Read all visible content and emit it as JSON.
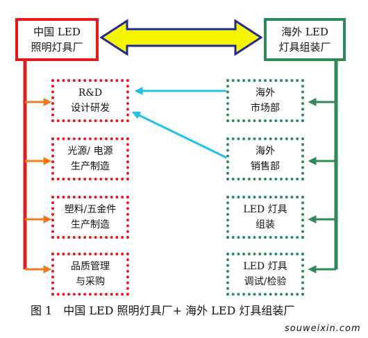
{
  "china": {
    "title_line1": "中国 LED",
    "title_line2": "照明灯具厂",
    "color": "#e41c1c",
    "depts": [
      {
        "line1": "R&D",
        "line2": "设计研发"
      },
      {
        "line1": "光源/ 电源",
        "line2": "生产制造"
      },
      {
        "line1": "塑料/五金件",
        "line2": "生产制造"
      },
      {
        "line1": "品质管理",
        "line2": "与采购"
      }
    ]
  },
  "overseas": {
    "title_line1": "海外 LED",
    "title_line2": "灯具组装厂",
    "color": "#2e8b57",
    "depts": [
      {
        "line1": "海外",
        "line2": "市场部"
      },
      {
        "line1": "海外",
        "line2": "销售部"
      },
      {
        "line1": "LED 灯具",
        "line2": "组装"
      },
      {
        "line1": "LED 灯具",
        "line2": "调试/检验"
      }
    ]
  },
  "colors": {
    "double_arrow_fill": "#f5f500",
    "double_arrow_stroke": "#1e2a9c",
    "feedback_arrow": "#1ec0ee",
    "china_branch_arrow": "#f07a1e",
    "overseas_branch_arrow": "#2e8b57"
  },
  "caption": "图 1　中国 LED 照明灯具厂+ 海外 LED 灯具组装厂",
  "watermark": "souweixin.com"
}
